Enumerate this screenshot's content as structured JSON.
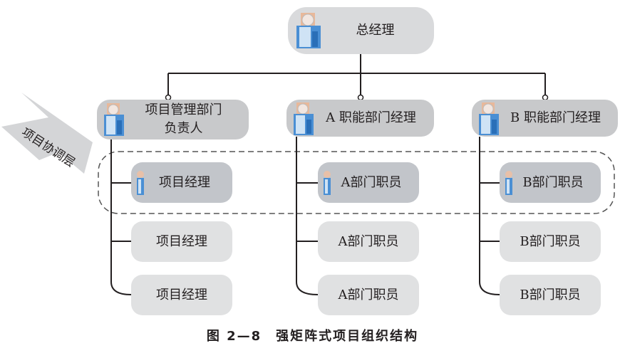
{
  "diagram": {
    "top": {
      "label": "总经理",
      "icon": "person-manager-icon"
    },
    "managers": [
      {
        "label_line1": "项目管理部门",
        "label_line2": "负责人",
        "icon": "person-manager-icon"
      },
      {
        "label": "A 职能部门经理",
        "icon": "person-manager-icon"
      },
      {
        "label": "B 职能部门经理",
        "icon": "person-manager-icon"
      }
    ],
    "columns": [
      {
        "items": [
          {
            "label": "项目经理",
            "highlighted": true,
            "icon": "person-staff-icon"
          },
          {
            "label": "项目经理",
            "highlighted": false
          },
          {
            "label": "项目经理",
            "highlighted": false
          }
        ]
      },
      {
        "items": [
          {
            "label": "A部门职员",
            "highlighted": true,
            "icon": "person-staff-icon"
          },
          {
            "label": "A部门职员",
            "highlighted": false
          },
          {
            "label": "A部门职员",
            "highlighted": false
          }
        ]
      },
      {
        "items": [
          {
            "label": "B部门职员",
            "highlighted": true,
            "icon": "person-staff-icon"
          },
          {
            "label": "B部门职员",
            "highlighted": false
          },
          {
            "label": "B部门职员",
            "highlighted": false
          }
        ]
      }
    ],
    "coordination_layer_label": "项目协调层",
    "caption": "图 2—8　强矩阵式项目组织结构"
  },
  "colors": {
    "line": "#231f20",
    "top_box": "#d9dadc",
    "manager_box": "#c8c9cb",
    "highlight_box": "#c2c5ca",
    "plain_box": "#e0e1e2",
    "arrow": "#d4d5d7",
    "dashed_border": "#555555"
  }
}
